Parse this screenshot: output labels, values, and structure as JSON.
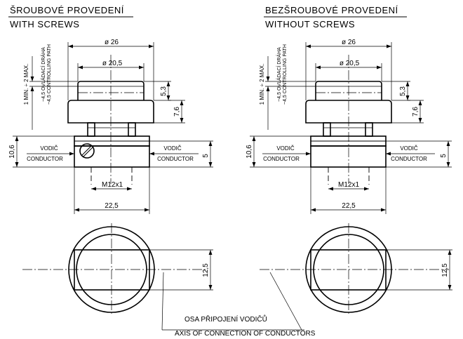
{
  "left": {
    "title_cz": "ŠROUBOVÉ PROVEDENÍ",
    "title_en": "WITH SCREWS"
  },
  "right": {
    "title_cz": "BEZŠROUBOVÉ PROVEDENÍ",
    "title_en": "WITHOUT SCREWS"
  },
  "dims": {
    "d26": "ø 26",
    "d20": "ø 20,5",
    "h53": "5,3",
    "h76": "7,6",
    "h106": "10,6",
    "h5": "5",
    "w225": "22,5",
    "thread": "M12x1",
    "h125": "12,5"
  },
  "labels": {
    "stroke_range": "1 MIN. ÷ 2 MAX.",
    "control_cz": "~4,5 OVLÁDACÍ DRÁHA",
    "control_en": "~4,5 CONTROLLING PATH",
    "vodic": "VODIČ",
    "conductor": "CONDUCTOR"
  },
  "axis": {
    "cz": "OSA PŘIPOJENÍ VODIČŮ",
    "en": "AXIS OF CONNECTION OF CONDUCTORS"
  }
}
